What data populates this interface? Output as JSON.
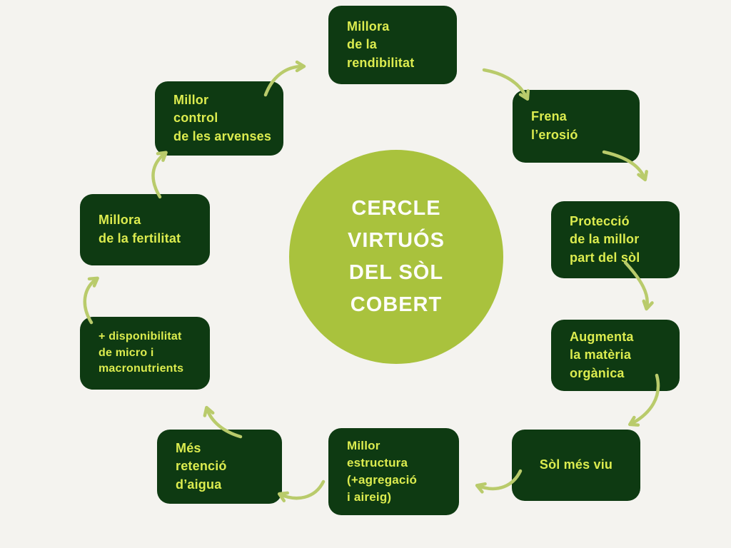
{
  "center": {
    "lines": [
      "CERCLE",
      "VIRTUÓS",
      "DEL SÒL",
      "COBERT"
    ]
  },
  "nodes": [
    {
      "id": "millora-rendibilitat",
      "label": "Millora\nde la\nrendibilitat"
    },
    {
      "id": "frena-erosio",
      "label": "Frena\nl’erosió"
    },
    {
      "id": "proteccio-millor-part-sol",
      "label": "Protecció\nde la millor\npart del sòl"
    },
    {
      "id": "augmenta-materia-organica",
      "label": "Augmenta\nla matèria\norgànica"
    },
    {
      "id": "sol-mes-viu",
      "label": "Sòl més viu"
    },
    {
      "id": "millor-estructura",
      "label": "Millor\nestructura\n(+agregació\ni aireig)"
    },
    {
      "id": "mes-retencio-aigua",
      "label": "Més\nretenció\nd’aigua"
    },
    {
      "id": "disponibilitat-nutrients",
      "label": "+ disponibilitat\nde micro i\nmacronutrients"
    },
    {
      "id": "millora-fertilitat",
      "label": "Millora\nde la fertilitat"
    },
    {
      "id": "millor-control-arvenses",
      "label": "Millor\ncontrol\nde les arvenses"
    }
  ],
  "edges": [
    {
      "from": "millora-rendibilitat",
      "to": "frena-erosio"
    },
    {
      "from": "frena-erosio",
      "to": "proteccio-millor-part-sol"
    },
    {
      "from": "proteccio-millor-part-sol",
      "to": "augmenta-materia-organica"
    },
    {
      "from": "augmenta-materia-organica",
      "to": "sol-mes-viu"
    },
    {
      "from": "sol-mes-viu",
      "to": "millor-estructura"
    },
    {
      "from": "millor-estructura",
      "to": "mes-retencio-aigua"
    },
    {
      "from": "mes-retencio-aigua",
      "to": "disponibilitat-nutrients"
    },
    {
      "from": "disponibilitat-nutrients",
      "to": "millora-fertilitat"
    },
    {
      "from": "millora-fertilitat",
      "to": "millor-control-arvenses"
    },
    {
      "from": "millor-control-arvenses",
      "to": "millora-rendibilitat"
    }
  ],
  "colors": {
    "bg": "#f4f3ef",
    "box": "#0e3a12",
    "boxText": "#dcec4f",
    "circle": "#a9c23d",
    "circleText": "#fdfdf9",
    "arrow": "#b9cb6b"
  }
}
